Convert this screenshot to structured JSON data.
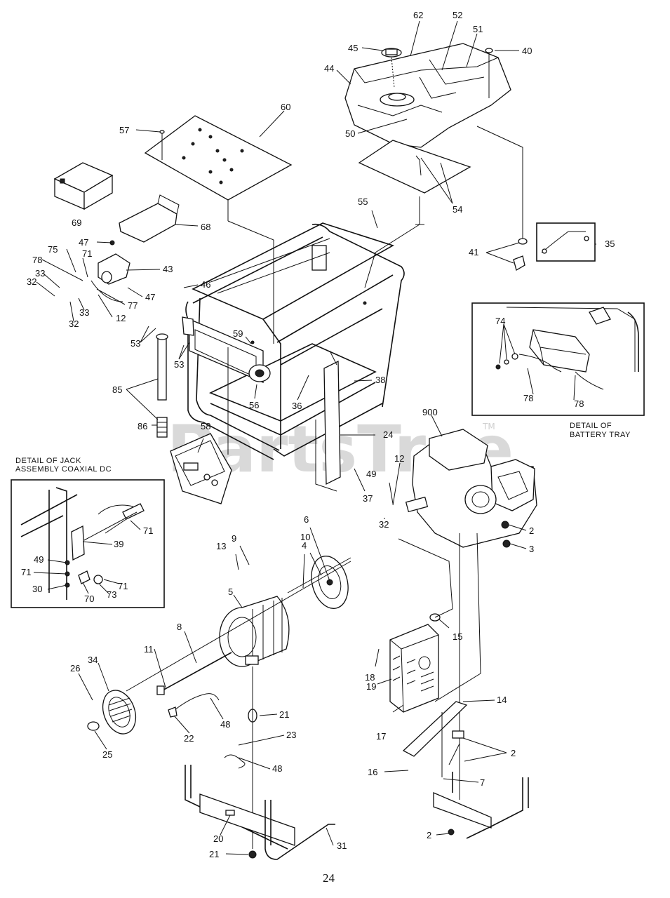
{
  "watermark": {
    "text": "PartsTree",
    "trademark": "TM"
  },
  "page_number": "24",
  "details": {
    "jack": {
      "title_line1": "DETAIL OF JACK",
      "title_line2": "ASSEMBLY COAXIAL DC"
    },
    "battery": {
      "title_line1": "DETAIL OF",
      "title_line2": "BATTERY TRAY"
    }
  },
  "callouts": [
    {
      "id": "c62",
      "label": "62"
    },
    {
      "id": "c52",
      "label": "52"
    },
    {
      "id": "c51",
      "label": "51"
    },
    {
      "id": "c45",
      "label": "45"
    },
    {
      "id": "c40",
      "label": "40"
    },
    {
      "id": "c44",
      "label": "44"
    },
    {
      "id": "c60",
      "label": "60"
    },
    {
      "id": "c57",
      "label": "57"
    },
    {
      "id": "c50",
      "label": "50"
    },
    {
      "id": "c54",
      "label": "54"
    },
    {
      "id": "c69",
      "label": "69"
    },
    {
      "id": "c68",
      "label": "68"
    },
    {
      "id": "c55",
      "label": "55"
    },
    {
      "id": "c47a",
      "label": "47"
    },
    {
      "id": "c75",
      "label": "75"
    },
    {
      "id": "c71a",
      "label": "71"
    },
    {
      "id": "c78a",
      "label": "78"
    },
    {
      "id": "c43",
      "label": "43"
    },
    {
      "id": "c33a",
      "label": "33"
    },
    {
      "id": "c32a",
      "label": "32"
    },
    {
      "id": "c33b",
      "label": "33"
    },
    {
      "id": "c47b",
      "label": "47"
    },
    {
      "id": "c32b",
      "label": "32"
    },
    {
      "id": "c77",
      "label": "77"
    },
    {
      "id": "c46",
      "label": "46"
    },
    {
      "id": "c12a",
      "label": "12"
    },
    {
      "id": "c41",
      "label": "41"
    },
    {
      "id": "c35",
      "label": "35"
    },
    {
      "id": "c53a",
      "label": "53"
    },
    {
      "id": "c53b",
      "label": "53"
    },
    {
      "id": "c59",
      "label": "59"
    },
    {
      "id": "c85",
      "label": "85"
    },
    {
      "id": "c38",
      "label": "38"
    },
    {
      "id": "c36",
      "label": "36"
    },
    {
      "id": "c56",
      "label": "56"
    },
    {
      "id": "c86",
      "label": "86"
    },
    {
      "id": "c74",
      "label": "74"
    },
    {
      "id": "c78b",
      "label": "78"
    },
    {
      "id": "c78c",
      "label": "78"
    },
    {
      "id": "c900",
      "label": "900"
    },
    {
      "id": "c58",
      "label": "58"
    },
    {
      "id": "c24",
      "label": "24"
    },
    {
      "id": "c12b",
      "label": "12"
    },
    {
      "id": "c49a",
      "label": "49"
    },
    {
      "id": "c37",
      "label": "37"
    },
    {
      "id": "c32c",
      "label": "32"
    },
    {
      "id": "c2a",
      "label": "2"
    },
    {
      "id": "c3",
      "label": "3"
    },
    {
      "id": "c71b",
      "label": "71"
    },
    {
      "id": "c39",
      "label": "39"
    },
    {
      "id": "c49b",
      "label": "49"
    },
    {
      "id": "c71c",
      "label": "71"
    },
    {
      "id": "c30",
      "label": "30"
    },
    {
      "id": "c70",
      "label": "70"
    },
    {
      "id": "c73",
      "label": "73"
    },
    {
      "id": "c71d",
      "label": "71"
    },
    {
      "id": "c13",
      "label": "13"
    },
    {
      "id": "c9",
      "label": "9"
    },
    {
      "id": "c6",
      "label": "6"
    },
    {
      "id": "c10",
      "label": "10"
    },
    {
      "id": "c4",
      "label": "4"
    },
    {
      "id": "c5",
      "label": "5"
    },
    {
      "id": "c15",
      "label": "15"
    },
    {
      "id": "c8",
      "label": "8"
    },
    {
      "id": "c11",
      "label": "11"
    },
    {
      "id": "c18",
      "label": "18"
    },
    {
      "id": "c14",
      "label": "14"
    },
    {
      "id": "c34",
      "label": "34"
    },
    {
      "id": "c26",
      "label": "26"
    },
    {
      "id": "c19",
      "label": "19"
    },
    {
      "id": "c21a",
      "label": "21"
    },
    {
      "id": "c48a",
      "label": "48"
    },
    {
      "id": "c17",
      "label": "17"
    },
    {
      "id": "c2b",
      "label": "2"
    },
    {
      "id": "c22",
      "label": "22"
    },
    {
      "id": "c25",
      "label": "25"
    },
    {
      "id": "c23",
      "label": "23"
    },
    {
      "id": "c48b",
      "label": "48"
    },
    {
      "id": "c16",
      "label": "16"
    },
    {
      "id": "c7",
      "label": "7"
    },
    {
      "id": "c2c",
      "label": "2"
    },
    {
      "id": "c20",
      "label": "20"
    },
    {
      "id": "c31",
      "label": "31"
    },
    {
      "id": "c21b",
      "label": "21"
    }
  ]
}
